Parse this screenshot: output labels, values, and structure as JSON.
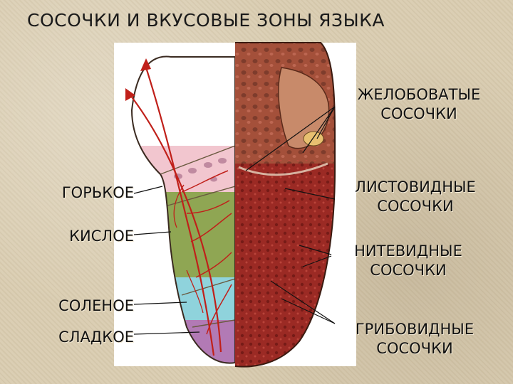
{
  "title": "СОСОЧКИ И ВКУСОВЫЕ ЗОНЫ ЯЗЫКА",
  "left_labels": {
    "bitter": "ГОРЬКОЕ",
    "sour": "КИСЛОЕ",
    "salty": "СОЛЕНОЕ",
    "sweet": "СЛАДКОЕ"
  },
  "right_labels": {
    "circumvallate": [
      "ЖЕЛОБОВАТЫЕ",
      "СОСОЧКИ"
    ],
    "foliate": [
      "ЛИСТОВИДНЫЕ",
      "СОСОЧКИ"
    ],
    "filiform": [
      "НИТЕВИДНЫЕ",
      "СОСОЧКИ"
    ],
    "fungiform": [
      "ГРИБОВИДНЫЕ",
      "СОСОЧКИ"
    ]
  },
  "colors": {
    "background": "#d9ccb0",
    "bitter_zone": "#f2c6cf",
    "sour_zone": "#8fa653",
    "salty_zone": "#8fd3dc",
    "sweet_zone": "#b27ab5",
    "tongue_surface": "#9b2a24",
    "nerves": "#c0201a"
  }
}
